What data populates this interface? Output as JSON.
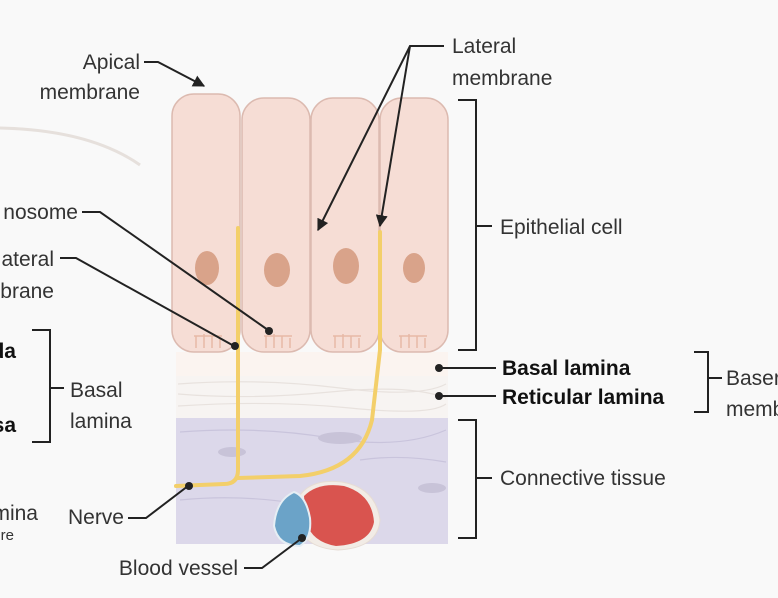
{
  "labels": {
    "apical_1": "Apical",
    "apical_2": "membrane",
    "lateral_1": "Lateral",
    "lateral_2": "membrane",
    "epithelial": "Epithelial cell",
    "desmosome": "nosome",
    "basolateral_1": "ateral",
    "basolateral_2": "brane",
    "lucida": "da",
    "densa": "sa",
    "basal_lamina_left_1": "Basal",
    "basal_lamina_left_2": "lamina",
    "lamina_fragment": "mina",
    "re_fragment": "re",
    "nerve": "Nerve",
    "blood_vessel": "Blood vessel",
    "basal_lamina": "Basal lamina",
    "reticular_lamina": "Reticular lamina",
    "connective": "Connective tissue",
    "basement_1": "Baser",
    "basement_2": "memb"
  },
  "colors": {
    "cell_fill": "#f6ddd5",
    "cell_stroke": "#dcbab0",
    "nucleus": "#d9a38a",
    "connective": "#dcd8ea",
    "nerve": "#f3cf6a",
    "vein": "#6ba3c8",
    "artery": "#d9544f",
    "line": "#222222"
  }
}
